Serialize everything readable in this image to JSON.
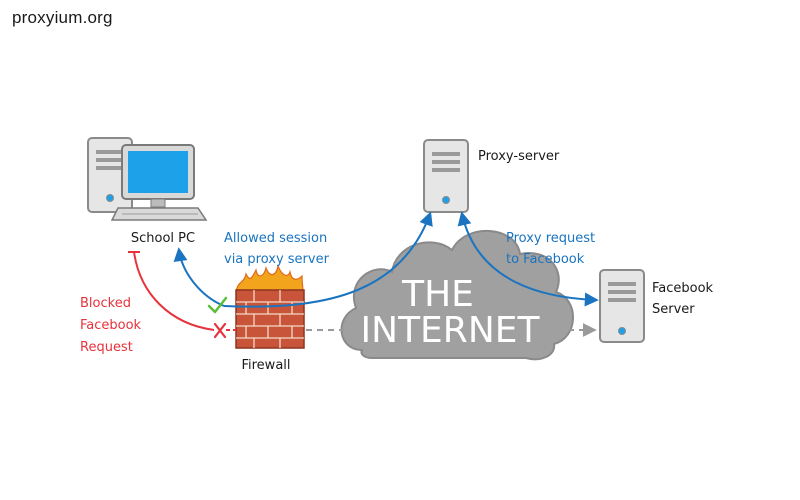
{
  "site": {
    "brand": "proxyium.org"
  },
  "diagram": {
    "school_pc_label": "School PC",
    "proxy_server_label": "Proxy-server",
    "facebook_server_label_line1": "Facebook",
    "facebook_server_label_line2": "Server",
    "firewall_label": "Firewall",
    "internet_label_line1": "THE",
    "internet_label_line2": "INTERNET",
    "allowed_session_line1": "Allowed session",
    "allowed_session_line2": "via proxy server",
    "proxy_request_line1": "Proxy request",
    "proxy_request_line2": "to Facebook",
    "blocked_line1": "Blocked",
    "blocked_line2": "Facebook",
    "blocked_line3": "Request",
    "colors": {
      "allowed": "#1a74c0",
      "blocked": "#e8323c",
      "cloud": "#9a9a9a",
      "brick": "#c8553a",
      "fire": "#f2a41c",
      "monitor_screen": "#1da1e8",
      "server_body": "#e6e6e6",
      "check": "#5bbf3a"
    }
  }
}
